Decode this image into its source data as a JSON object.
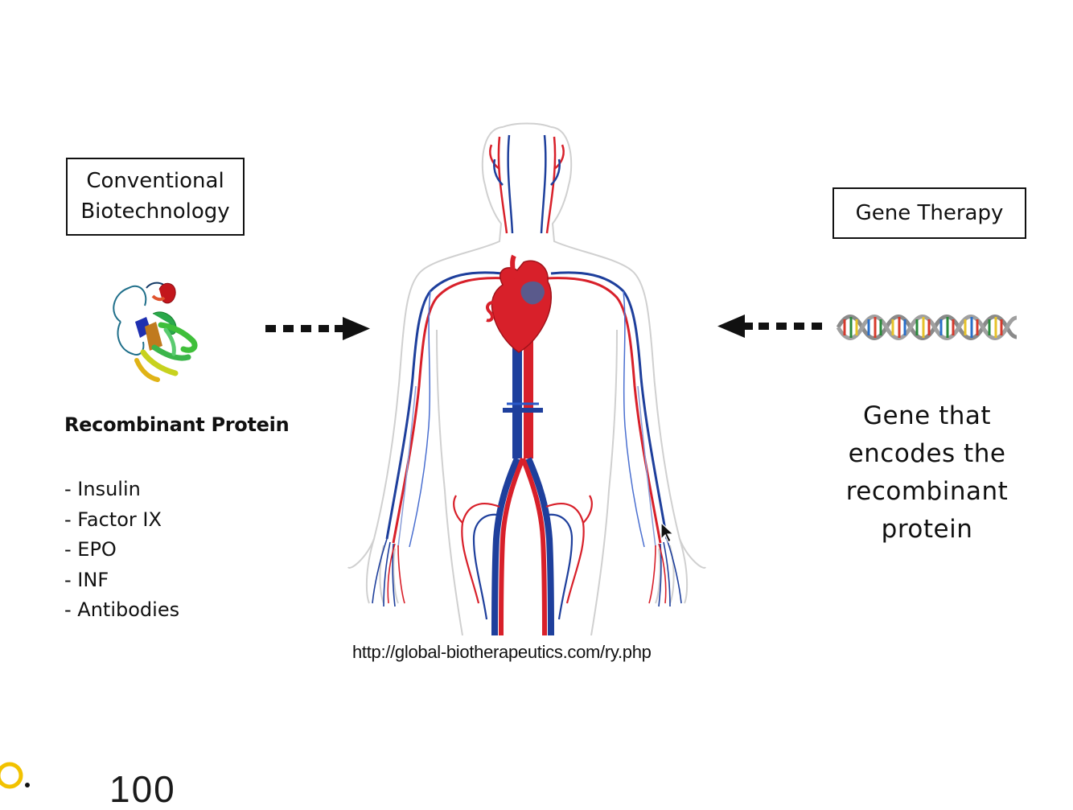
{
  "left_panel": {
    "box_lines": [
      "Conventional",
      "Biotechnology"
    ],
    "title": "Recombinant Protein",
    "items": [
      "- Insulin",
      "- Factor IX",
      "- EPO",
      "- INF",
      "- Antibodies"
    ]
  },
  "right_panel": {
    "box_label": "Gene Therapy",
    "description_lines": [
      "Gene that",
      "encodes the",
      "recombinant",
      "protein"
    ]
  },
  "source": "http://global-biotherapeutics.com/ry.php",
  "footer_partial": "100",
  "colors": {
    "artery": "#d8202a",
    "vein": "#1e3f9c",
    "outline": "#cfcfcf"
  },
  "icons": [
    "protein-structure-icon",
    "human-circulatory-system-figure",
    "dna-helix-icon",
    "dotted-arrow-right-icon",
    "dotted-arrow-left-icon",
    "mouse-cursor-icon"
  ]
}
